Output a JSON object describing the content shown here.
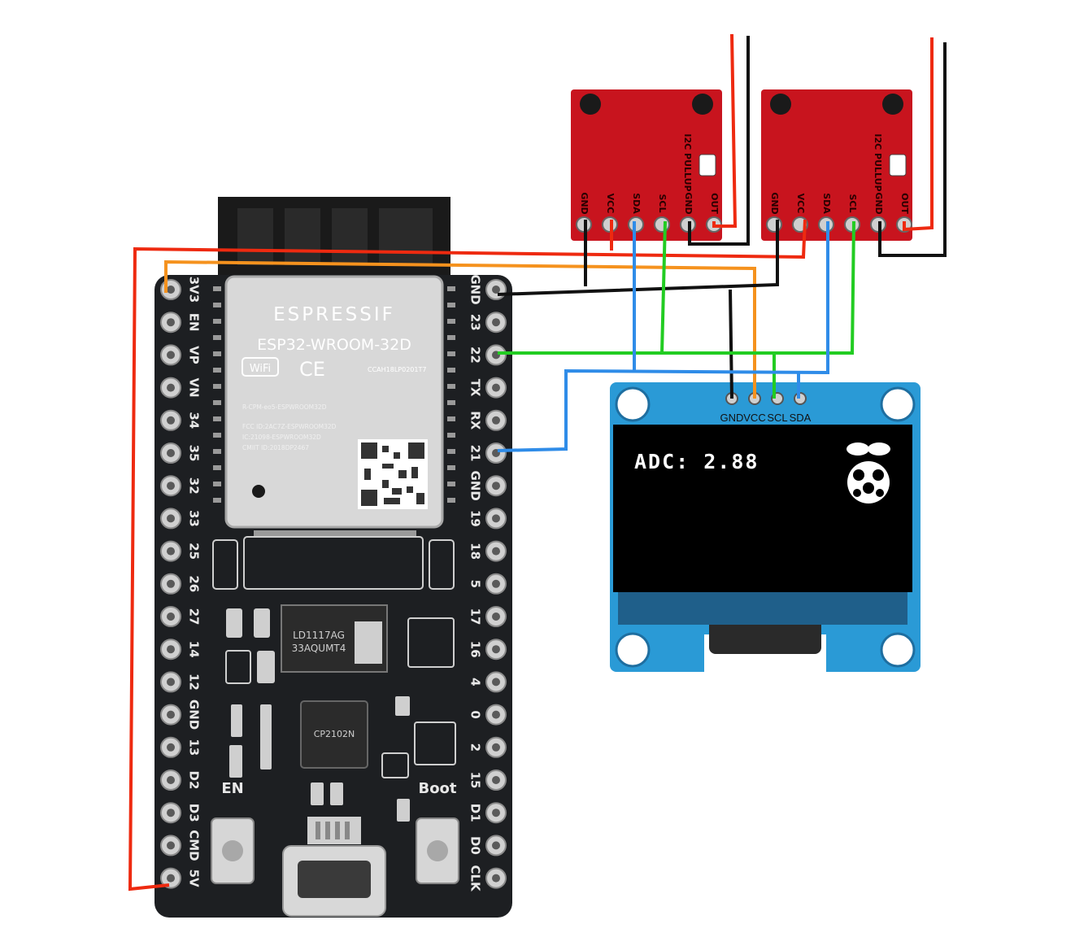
{
  "esp32": {
    "brand": "ESPRESSIF",
    "module": "ESP32-WROOM-32D",
    "wifi": "WiFi",
    "fcc_line1": "R-CPM-eo5-ESPWROOM32D",
    "fcc_line2": "FCC ID:2AC7Z-ESPWROOM32D",
    "fcc_line3": "IC:21098-ESPWROOM32D",
    "fcc_line4": "CMIIT ID:2018DP2467",
    "cert": "CCAH18LP0201T7",
    "regulator": "LD1117AG",
    "regulator2": "33AQUMT4",
    "usb_chip": "CP2102N",
    "btn_en": "EN",
    "btn_boot": "Boot",
    "left_pins": [
      "3V3",
      "EN",
      "VP",
      "VN",
      "34",
      "35",
      "32",
      "33",
      "25",
      "26",
      "27",
      "14",
      "12",
      "GND",
      "13",
      "D2",
      "D3",
      "CMD",
      "5V"
    ],
    "right_pins": [
      "GND",
      "23",
      "22",
      "TX",
      "RX",
      "21",
      "GND",
      "19",
      "18",
      "5",
      "17",
      "16",
      "4",
      "0",
      "2",
      "15",
      "D1",
      "D0",
      "CLK"
    ]
  },
  "ads_modules": [
    {
      "pins": [
        "GND",
        "VCC",
        "SDA",
        "SCL",
        "GND",
        "OUT"
      ],
      "label": "I2C PULLUP"
    },
    {
      "pins": [
        "GND",
        "VCC",
        "SDA",
        "SCL",
        "GND",
        "OUT"
      ],
      "label": "I2C PULLUP"
    }
  ],
  "oled": {
    "pins": [
      "GND",
      "VCC",
      "SCL",
      "SDA"
    ],
    "display_text": "ADC: 2.88",
    "logo_icon": "raspberry-pi-logo"
  },
  "colors": {
    "wire_red": "#ee2a10",
    "wire_black": "#111111",
    "wire_blue": "#2f8ce8",
    "wire_green": "#22cc22",
    "wire_orange": "#f5921e",
    "board": "#1d1f22",
    "module_red": "#c8141e",
    "oled_pcb": "#2a9ad6"
  }
}
